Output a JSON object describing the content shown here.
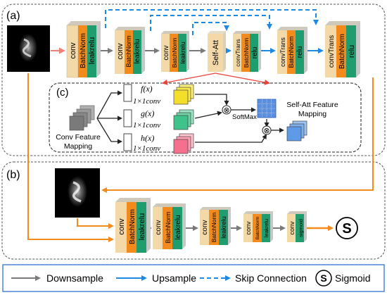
{
  "panels": {
    "a": "(a)",
    "b": "(b)",
    "c": "(c)"
  },
  "blocks": {
    "conv": "conv",
    "batchnorm": "BatchNorm",
    "leakrelu": "leakrelu",
    "self_att": "Self-Att",
    "convtrans": "convTrans",
    "relu": "relu",
    "sigmoid": "sigmoid"
  },
  "attention": {
    "f": "f(x)",
    "g": "g(x)",
    "h": "h(x)",
    "conv1x1": "1×1conv",
    "softmax": "SoftMax",
    "input_label_1": "Conv Feature",
    "input_label_2": "Mapping",
    "output_label_1": "Self-Att Feature",
    "output_label_2": "Mapping",
    "multiply": "⊗"
  },
  "legend": {
    "downsample": "Downsample",
    "upsample": "Upsample",
    "skip": "Skip Connection",
    "sigmoid": "Sigmoid",
    "sigmoid_symbol": "S"
  },
  "colors": {
    "beige": "#f4d9a8",
    "orange": "#f28a1c",
    "green": "#1f9d6e",
    "gray_arrow": "#7a7a7a",
    "blue": "#1565c0",
    "orange_line": "#f28a1c",
    "red_line": "#e8413a",
    "peach_arrow": "#f08070"
  }
}
